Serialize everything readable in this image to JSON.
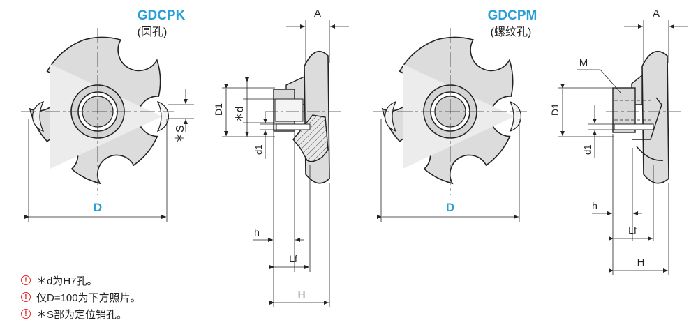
{
  "colors": {
    "accent": "#2a9fd6",
    "part_fill": "#dcdcdc",
    "line": "#222222",
    "warning": "#e0282c"
  },
  "left": {
    "model": "GDCPK",
    "subtitle": "(圆孔)",
    "front": {
      "dim_D": "D",
      "dim_S": "＊S"
    },
    "side": {
      "dim_A": "A",
      "dim_D1": "D1",
      "dim_d": "＊d",
      "dim_d1": "d1",
      "dim_h": "h",
      "dim_Lf": "Lf",
      "dim_H": "H"
    }
  },
  "right": {
    "model": "GDCPM",
    "subtitle": "(螺纹孔)",
    "front": {
      "dim_D": "D"
    },
    "side": {
      "dim_A": "A",
      "dim_M": "M",
      "dim_D1": "D1",
      "dim_d1": "d1",
      "dim_h": "h",
      "dim_Lf": "Lf",
      "dim_H": "H"
    }
  },
  "notes": [
    {
      "icon": "warning-circle-icon",
      "text": "＊d为H7孔。"
    },
    {
      "icon": "warning-circle-icon",
      "text": "仅D=100为下方照片。"
    },
    {
      "icon": "warning-circle-icon",
      "text": "＊S部为定位销孔。"
    }
  ]
}
